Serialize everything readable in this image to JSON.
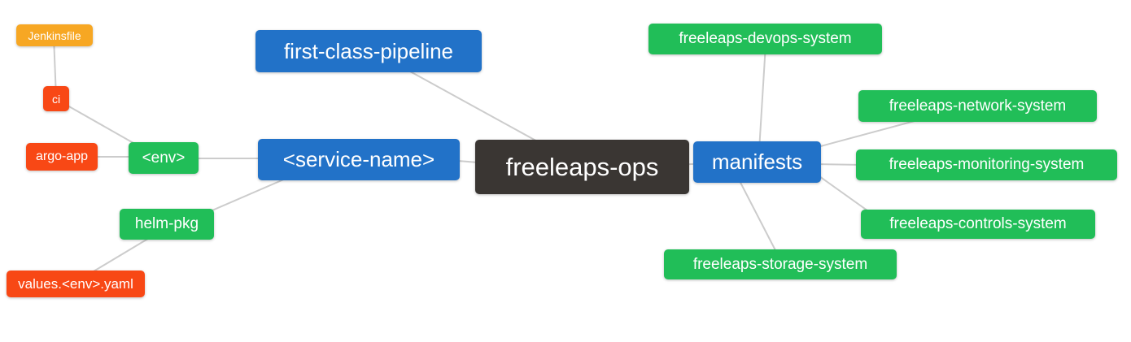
{
  "diagram": {
    "type": "mindmap",
    "root_label": "freeleaps-ops",
    "colors": {
      "root_bg": "#3a3633",
      "branch_blue_bg": "#2272c8",
      "leaf_green_bg": "#21be58",
      "leaf_red_bg": "#f84815",
      "leaf_orange_bg": "#f7a723",
      "text": "#ffffff",
      "connector_line": "#cccccc",
      "background": "#ffffff"
    },
    "nodes": [
      {
        "id": "jenkinsfile",
        "label": "Jenkinsfile",
        "color": "orange"
      },
      {
        "id": "ci",
        "label": "ci",
        "color": "red"
      },
      {
        "id": "argo-app",
        "label": "argo-app",
        "color": "red"
      },
      {
        "id": "env",
        "label": "<env>",
        "color": "green"
      },
      {
        "id": "service-name",
        "label": "<service-name>",
        "color": "blue"
      },
      {
        "id": "first-class-pipeline",
        "label": "first-class-pipeline",
        "color": "blue"
      },
      {
        "id": "freeleaps-ops",
        "label": "freeleaps-ops",
        "color": "dark"
      },
      {
        "id": "manifests",
        "label": "manifests",
        "color": "blue"
      },
      {
        "id": "freeleaps-devops-system",
        "label": "freeleaps-devops-system",
        "color": "green"
      },
      {
        "id": "freeleaps-network-system",
        "label": "freeleaps-network-system",
        "color": "green"
      },
      {
        "id": "freeleaps-monitoring-system",
        "label": "freeleaps-monitoring-system",
        "color": "green"
      },
      {
        "id": "freeleaps-controls-system",
        "label": "freeleaps-controls-system",
        "color": "green"
      },
      {
        "id": "freeleaps-storage-system",
        "label": "freeleaps-storage-system",
        "color": "green"
      },
      {
        "id": "helm-pkg",
        "label": "helm-pkg",
        "color": "green"
      },
      {
        "id": "values-env-yaml",
        "label": "values.<env>.yaml",
        "color": "red"
      }
    ],
    "edges": [
      [
        "jenkinsfile",
        "ci"
      ],
      [
        "ci",
        "env"
      ],
      [
        "argo-app",
        "env"
      ],
      [
        "env",
        "service-name"
      ],
      [
        "service-name",
        "helm-pkg"
      ],
      [
        "helm-pkg",
        "values-env-yaml"
      ],
      [
        "service-name",
        "freeleaps-ops"
      ],
      [
        "first-class-pipeline",
        "freeleaps-ops"
      ],
      [
        "freeleaps-ops",
        "manifests"
      ],
      [
        "manifests",
        "freeleaps-devops-system"
      ],
      [
        "manifests",
        "freeleaps-network-system"
      ],
      [
        "manifests",
        "freeleaps-monitoring-system"
      ],
      [
        "manifests",
        "freeleaps-controls-system"
      ],
      [
        "manifests",
        "freeleaps-storage-system"
      ]
    ]
  }
}
